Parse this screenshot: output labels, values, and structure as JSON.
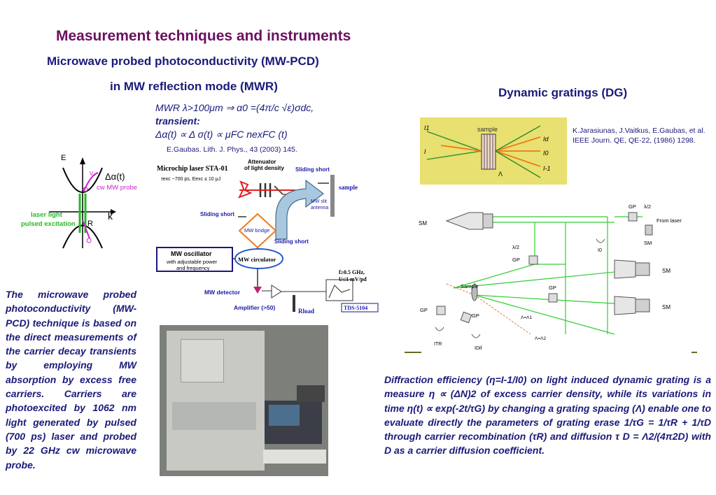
{
  "title": "Measurement techniques and instruments",
  "mwpcd": {
    "line1": "Microwave probed photoconductivity (MW-PCD)",
    "line2": "in MW reflection mode (MWR)"
  },
  "dg_heading": "Dynamic  gratings (DG)",
  "formula": {
    "line1": "MWR   λ>100μm ⇒ α0 =(4π/c √ε)σdc,",
    "line2": "transient:",
    "line3": "Δα(t) ∝ Δ σ(t) ∝ μFC nexFC (t)"
  },
  "ref_gaubas": "E.Gaubas. Lith. J. Phys., 43  (2003) 145.",
  "ref_jarasiunas": "K.Jarasiunas, J.Vaitkus, E.Gaubas, et al. IEEE Journ. QE, QE-22, (1986) 1298.",
  "band_diagram": {
    "e_label": "E",
    "k_label": "k",
    "delta_alpha": "Δα(t)",
    "cw_probe": "cw MW probe",
    "laser_light": "laser light",
    "pulsed_excitation": "pulsed excitation",
    "r_label": "R",
    "g_label": "G",
    "v0_label": "V₀",
    "c0_label": "0"
  },
  "setup": {
    "laser": "Microchip laser STA-01",
    "laser_params": "τexc ~700 ps, Eexc ≤ 10 μJ",
    "attenuator_1": "Attenuator",
    "attenuator_2": "of light density",
    "sliding_short_1": "Sliding short",
    "sample": "sample",
    "slit_1": "MW slit",
    "slit_2": "antenna",
    "sliding_short_2": "Sliding short",
    "bridge": "MW bridge",
    "sliding_short_3": "Sliding short",
    "osc_1": "MW oscillator",
    "osc_2": "with adjustable power",
    "osc_3": "and frequency",
    "circulator": "MW circulator",
    "bw": "f≥0.5 GHz,",
    "sens": "U≤1 mV/pd",
    "detector": "MW detector",
    "amplifier": "Amplifier (>50)",
    "rload": "Rload",
    "scope": "TDS-5104"
  },
  "dg_inset": {
    "sample": "sample",
    "i1": "I1",
    "i": "I",
    "id": "Id",
    "i0": "I0",
    "im1": "I-1",
    "lam": "Λ"
  },
  "dg_setup": {
    "sm": "SM",
    "gp": "GP",
    "half_wave": "λ/2",
    "from_laser": "From laser",
    "sample": "Sample",
    "i0": "I0",
    "itr": "ITR",
    "idif": "IDif",
    "lam1": "Λ=Λ1",
    "lam2": "Λ=Λ2"
  },
  "left_para": "The microwave probed photoconductivity (MW-PCD) technique is based on the direct measurements of the carrier decay transients by employing MW absorption by excess free carriers. Carriers are photoexcited by 1062 nm light generated by pulsed (700 ps) laser and probed by 22 GHz cw microwave probe.",
  "right_para": "Diffraction efficiency (η=I-1/I0) on light induced dynamic grating is a measure  η ∝ (ΔN)2 of excess carrier density, while its variations in time η(t) ∝ exp(-2t/τG) by changing a grating spacing (Λ) enable one to evaluate directly the parameters of grating erase 1/τG = 1/τR + 1/τD  through carrier recombination (τR) and diffusion τ D = Λ2/(4π2D) with D as a carrier diffusion coefficient.",
  "colors": {
    "title": "#6b1060",
    "text": "#1a1a7a",
    "green_beam": "#22bb22",
    "orange_beam": "#f07a1a",
    "magenta": "#cc22cc"
  }
}
